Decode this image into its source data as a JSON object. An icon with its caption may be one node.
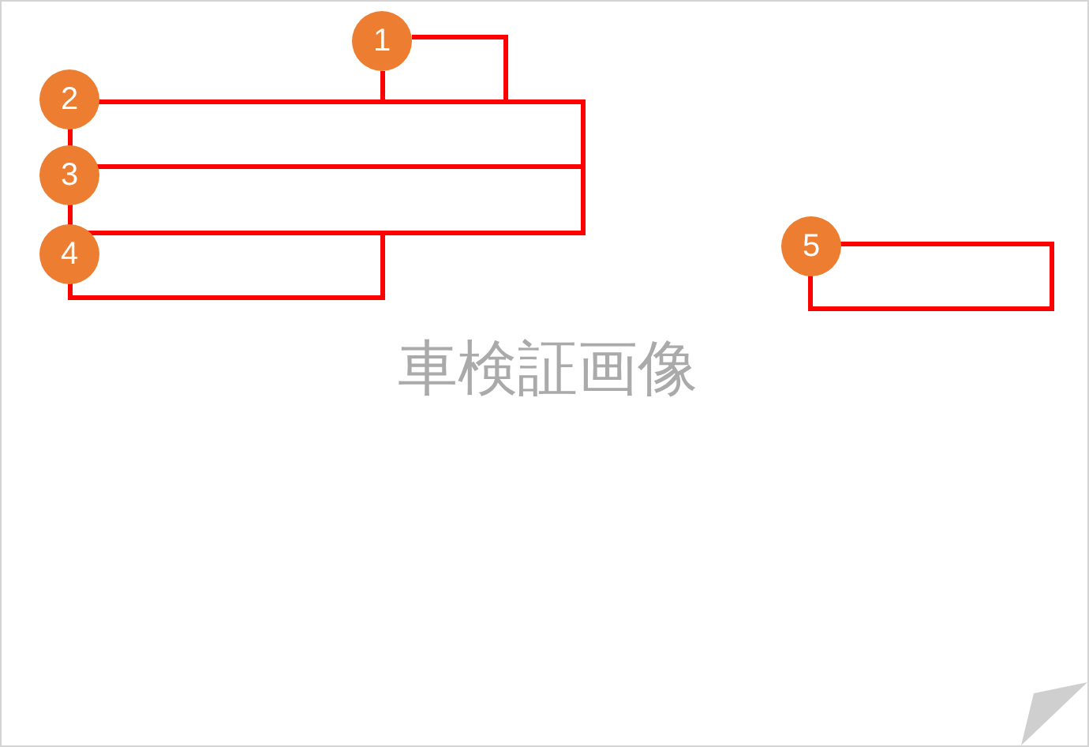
{
  "diagram": {
    "nodes": [
      {
        "text": [
          "1"
        ]
      },
      {
        "text": [],
        "shape": "box"
      },
      {
        "text": [
          "2"
        ]
      },
      {
        "text": [],
        "shape": "box"
      },
      {
        "text": [
          "3"
        ]
      },
      {
        "text": [],
        "shape": "box"
      },
      {
        "text": [
          "4"
        ]
      },
      {
        "text": [],
        "shape": "box"
      },
      {
        "text": [
          "5"
        ]
      },
      {
        "text": [],
        "shape": "box"
      }
    ],
    "edges": [],
    "labels": [
      "車検証画像"
    ]
  }
}
